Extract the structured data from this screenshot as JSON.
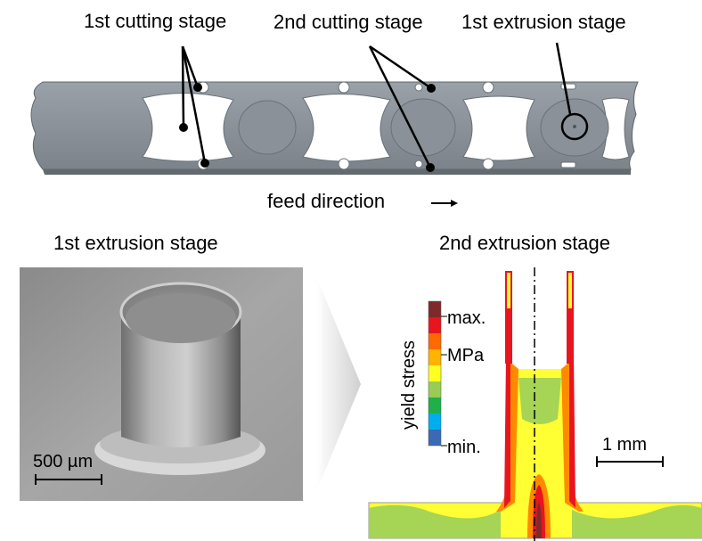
{
  "strip": {
    "labels": {
      "cutting1": "1st cutting stage",
      "cutting2": "2nd cutting stage",
      "extrusion1": "1st extrusion stage"
    },
    "feed_direction": "feed direction"
  },
  "panels": {
    "left_title": "1st extrusion stage",
    "right_title": "2nd extrusion stage"
  },
  "sem": {
    "scale_bar": "500 µm"
  },
  "fem": {
    "legend_title": "yield stress",
    "legend_max": "max.",
    "legend_unit": "MPa",
    "legend_min": "min.",
    "scale_bar": "1 mm",
    "legend_colors": [
      "#7f2a2a",
      "#e8141e",
      "#ff6a00",
      "#ffb400",
      "#ffff22",
      "#99cc55",
      "#1fb04a",
      "#00aeee",
      "#3a6ab4"
    ]
  },
  "colors": {
    "strip_fill": "#8a9199",
    "strip_edge": "#6f767d",
    "sem_dark": "#3f3f3f",
    "sem_light": "#d2d2d2"
  }
}
